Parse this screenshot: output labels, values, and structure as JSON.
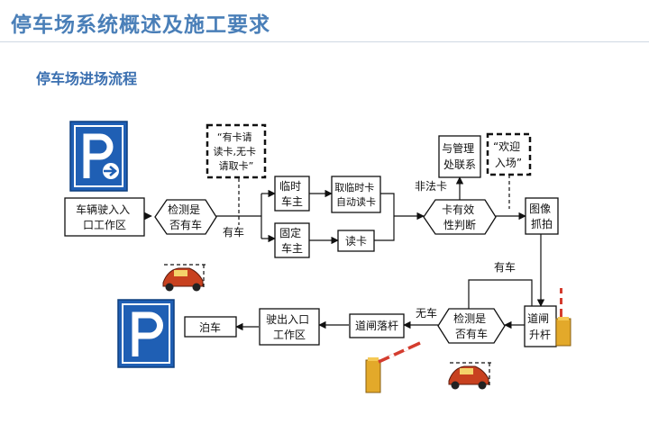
{
  "slide": {
    "title": "停车场系统概述及施工要求",
    "subtitle": "停车场进场流程"
  },
  "flow": {
    "nodes": {
      "entry_zone": [
        "车辆驶入入",
        "口工作区"
      ],
      "detect_vehicle_1": [
        "检测是",
        "否有车"
      ],
      "temp_owner": [
        "临时",
        "车主"
      ],
      "fixed_owner": [
        "固定",
        "车主"
      ],
      "take_temp_card": [
        "取临时卡",
        "自动读卡"
      ],
      "read_card": [
        "读卡"
      ],
      "prompt_card": [
        "“有卡请",
        "读卡,无卡",
        "请取卡”"
      ],
      "valid_card": [
        "卡有效",
        "性判断"
      ],
      "contact_admin": [
        "与管理",
        "处联系"
      ],
      "welcome": [
        "“欢迎",
        "入场”"
      ],
      "image_capture": [
        "图像",
        "抓拍"
      ],
      "gate_raise": [
        "道闸",
        "升杆"
      ],
      "detect_vehicle_2": [
        "检测是",
        "否有车"
      ],
      "gate_lower": [
        "道闸落杆"
      ],
      "exit_zone": [
        "驶出入口",
        "工作区"
      ],
      "park": [
        "泊车"
      ]
    },
    "labels": {
      "has_car_1": "有车",
      "invalid_card": "非法卡",
      "has_car_2": "有车",
      "no_car": "无车"
    },
    "icons": [
      "parking-entrance-sign-icon",
      "parking-sign-icon",
      "car-icon",
      "barrier-gate-icon"
    ],
    "colors": {
      "title": "#4a7fb8",
      "subtitle": "#3a6fb0",
      "sign_blue": "#1f5fb4",
      "barrier_red": "#d43c2e"
    }
  }
}
